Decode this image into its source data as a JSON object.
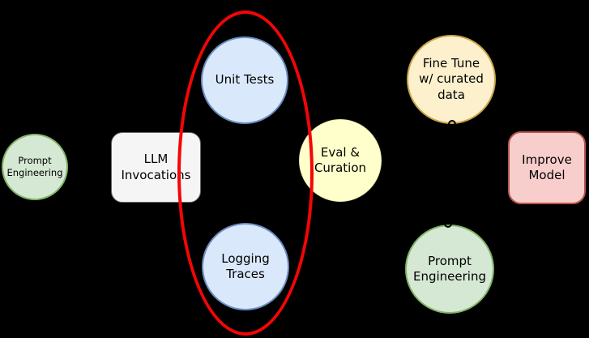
{
  "diagram": {
    "background_color": "#000000",
    "text_color": "#000000",
    "highlight_color": "#f50505"
  },
  "nodes": [
    {
      "id": "prompt-engineering-left",
      "shape": "circle",
      "label": "Prompt\nEngineering",
      "fill": "#d5e8d4",
      "stroke": "#82b366"
    },
    {
      "id": "llm-invocations",
      "shape": "rounded-rect",
      "label": "LLM\nInvocations",
      "fill": "#f5f5f5",
      "stroke": "#666666"
    },
    {
      "id": "unit-tests",
      "shape": "circle",
      "label": "Unit Tests",
      "fill": "#dae8fc",
      "stroke": "#6c8ebf"
    },
    {
      "id": "logging-traces",
      "shape": "circle",
      "label": "Logging\nTraces",
      "fill": "#dae8fc",
      "stroke": "#6c8ebf"
    },
    {
      "id": "eval-curation",
      "shape": "circle",
      "label": "Eval &\nCuration",
      "fill": "#ffffcc",
      "stroke": "#eaeab0"
    },
    {
      "id": "fine-tune",
      "shape": "circle",
      "label": "Fine Tune\nw/ curated\ndata",
      "fill": "#fcf0cd",
      "stroke": "#c9a648"
    },
    {
      "id": "prompt-engineering-right",
      "shape": "circle",
      "label": "Prompt\nEngineering",
      "fill": "#d5e8d4",
      "stroke": "#82b366"
    },
    {
      "id": "improve-model",
      "shape": "rounded-rect",
      "label": "Improve\nModel",
      "fill": "#f8cecc",
      "stroke": "#b85450"
    }
  ],
  "annotations": {
    "highlight_ellipse": {
      "color": "#f50505",
      "encircles": "unit-tests and logging-traces"
    },
    "connector_rings": [
      {
        "id": "ring-top",
        "at": "bottom of fine-tune circle"
      },
      {
        "id": "ring-bottom",
        "at": "top of prompt-engineering-right circle"
      }
    ]
  }
}
